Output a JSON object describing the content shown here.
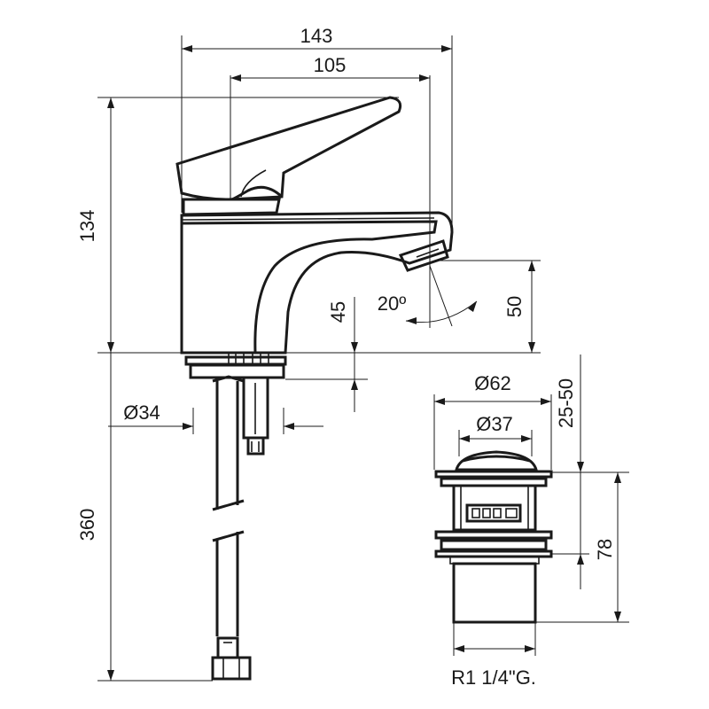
{
  "dimensions": {
    "overall_width": "143",
    "spout_reach": "105",
    "height": "134",
    "spout_height": "50",
    "pivot_height": "45",
    "spray_angle": "20º",
    "shank_diameter": "Ø34",
    "hose_length": "360",
    "waste_flange_diameter": "Ø62",
    "waste_cap_diameter": "Ø37",
    "waste_thickness_range": "25-50",
    "waste_height": "78",
    "waste_thread": "R1 1/4\"G."
  }
}
